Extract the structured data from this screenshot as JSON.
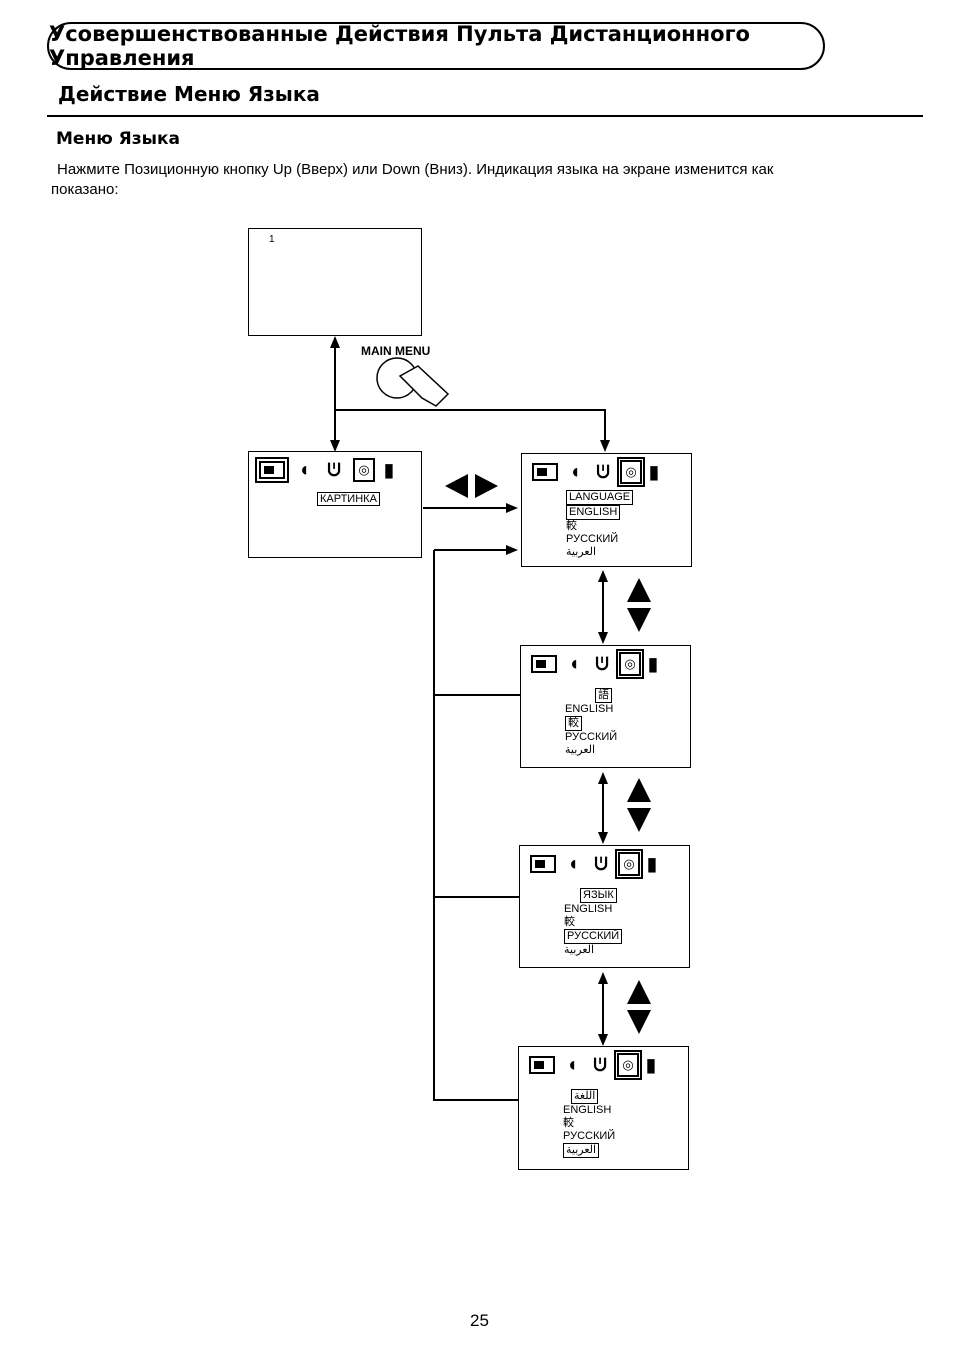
{
  "header": {
    "banner": "Усовершенствованные Действия Пульта Дистанционного Управления",
    "section_title": "Действие Меню Языка",
    "subsection_title": "Меню Языка",
    "instruction_line1": "Нажмите Позиционную кнопку Up (Вверх) или Down (Вниз). Индикация языка на экране изменится как",
    "instruction_line2": "показано:"
  },
  "diagram": {
    "screen_number": "1",
    "main_menu_label": "MAIN MENU",
    "picture_menu": {
      "selected": "КАРТИНКА"
    },
    "language_screens": [
      {
        "heading": "LANGUAGE",
        "items": [
          "ENGLISH",
          "較",
          "РУССКИЙ",
          "العربية"
        ],
        "selected": 0
      },
      {
        "heading": "語",
        "items": [
          "ENGLISH",
          "較",
          "РУССКИЙ",
          "العربية"
        ],
        "selected": 1
      },
      {
        "heading": "ЯЗЫК",
        "items": [
          "ENGLISH",
          "較",
          "РУССКИЙ",
          "العربية"
        ],
        "selected": 2
      },
      {
        "heading": "اللغة",
        "items": [
          "ENGLISH",
          "較",
          "РУССКИЙ",
          "العربية"
        ],
        "selected": 3
      }
    ],
    "icons": [
      "tv-icon",
      "speaker-icon",
      "microphone-icon",
      "language-icon",
      "plug-icon"
    ]
  },
  "footer": {
    "page_number": "25"
  }
}
